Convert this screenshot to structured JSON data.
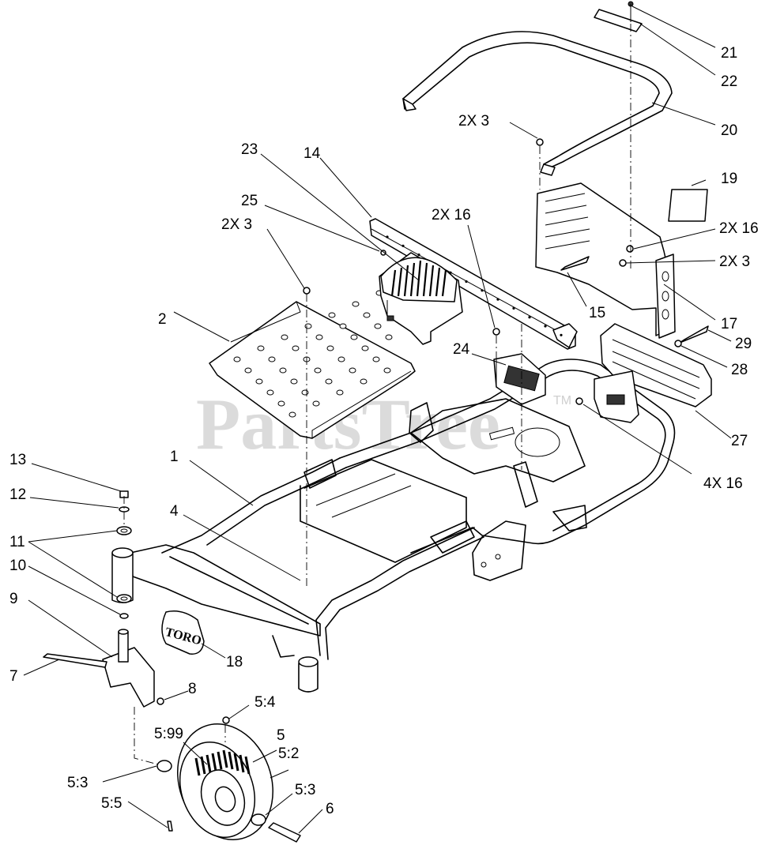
{
  "watermark": {
    "text": "PartsTree",
    "tm": "TM"
  },
  "logo": {
    "text": "TORO"
  },
  "callouts": [
    {
      "id": "c21",
      "text": "21"
    },
    {
      "id": "c22",
      "text": "22"
    },
    {
      "id": "c20",
      "text": "20"
    },
    {
      "id": "c2x3a",
      "text": "2X 3"
    },
    {
      "id": "c19",
      "text": "19"
    },
    {
      "id": "c2x16a",
      "text": "2X 16"
    },
    {
      "id": "c2x3b",
      "text": "2X  3"
    },
    {
      "id": "c17",
      "text": "17"
    },
    {
      "id": "c23",
      "text": "23"
    },
    {
      "id": "c14",
      "text": "14"
    },
    {
      "id": "c25",
      "text": "25"
    },
    {
      "id": "c2x16b",
      "text": "2X 16"
    },
    {
      "id": "c2x3c",
      "text": "2X 3"
    },
    {
      "id": "c2",
      "text": "2"
    },
    {
      "id": "c15",
      "text": "15"
    },
    {
      "id": "c29",
      "text": "29"
    },
    {
      "id": "c24",
      "text": "24"
    },
    {
      "id": "c28",
      "text": "28"
    },
    {
      "id": "c27",
      "text": "27"
    },
    {
      "id": "c4x16",
      "text": "4X 16"
    },
    {
      "id": "c13",
      "text": "13"
    },
    {
      "id": "c1",
      "text": "1"
    },
    {
      "id": "c12",
      "text": "12"
    },
    {
      "id": "c4",
      "text": "4"
    },
    {
      "id": "c11",
      "text": "11"
    },
    {
      "id": "c10",
      "text": "10"
    },
    {
      "id": "c9",
      "text": "9"
    },
    {
      "id": "c18",
      "text": "18"
    },
    {
      "id": "c7",
      "text": "7"
    },
    {
      "id": "c8",
      "text": "8"
    },
    {
      "id": "c54",
      "text": "5:4"
    },
    {
      "id": "c5",
      "text": "5"
    },
    {
      "id": "c599",
      "text": "5:99"
    },
    {
      "id": "c52",
      "text": "5:2"
    },
    {
      "id": "c53a",
      "text": "5:3"
    },
    {
      "id": "c53b",
      "text": "5:3"
    },
    {
      "id": "c55",
      "text": "5:5"
    },
    {
      "id": "c6",
      "text": "6"
    }
  ]
}
